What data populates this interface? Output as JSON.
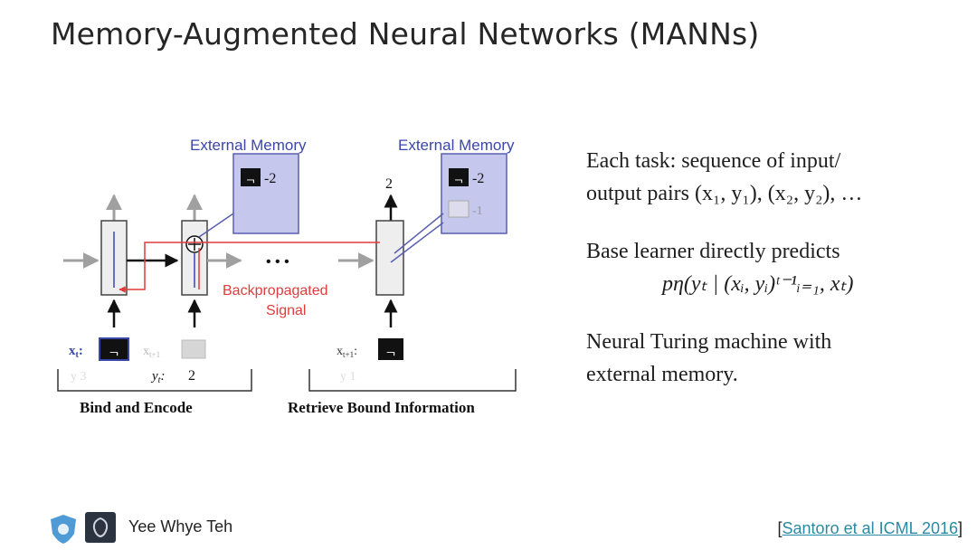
{
  "slide": {
    "title": "Memory-Augmented Neural Networks (MANNs)"
  },
  "diagram": {
    "memory_left_title": "External Memory",
    "memory_right_title": "External Memory",
    "memory_left_value": "-2",
    "memory_right_value1": "-2",
    "memory_right_value2": "-1",
    "output_label": "2",
    "dots": "• • •",
    "backprop_line1": "Backpropagated",
    "backprop_line2": "Signal",
    "x_t_label": "x",
    "x_t_sub": "t",
    "x_t1_label": "x",
    "x_t1_sub": "t+1",
    "x_t1_right_label": "x",
    "x_t1_right_sub": "t+1",
    "y_t_label": "y",
    "y_t_sub": "t",
    "y_t_value": "2",
    "bind_label": "Bind and Encode",
    "retrieve_label": "Retrieve Bound Information",
    "colors": {
      "memory_fill": "#c5c7ec",
      "memory_border": "#5a5fb0",
      "memory_title": "#3b47a8",
      "signal_red": "#e03c3c",
      "arrow_gray": "#a0a0a0"
    }
  },
  "bullets": {
    "b1_line1": "Each task: sequence of input/",
    "b1_line2": "output pairs (x₁, y₁), (x₂, y₂), …",
    "b2_line1": "Base learner directly predicts",
    "b2_formula": "pη(yₜ | (xᵢ, yᵢ)ᵗ⁻¹ᵢ₌₁, xₜ)",
    "b3_line1": "Neural Turing machine with",
    "b3_line2": "external memory."
  },
  "footer": {
    "name": "Yee Whye Teh",
    "citation_open": "[",
    "citation_link": "Santoro et al ICML 2016",
    "citation_close": "]"
  }
}
